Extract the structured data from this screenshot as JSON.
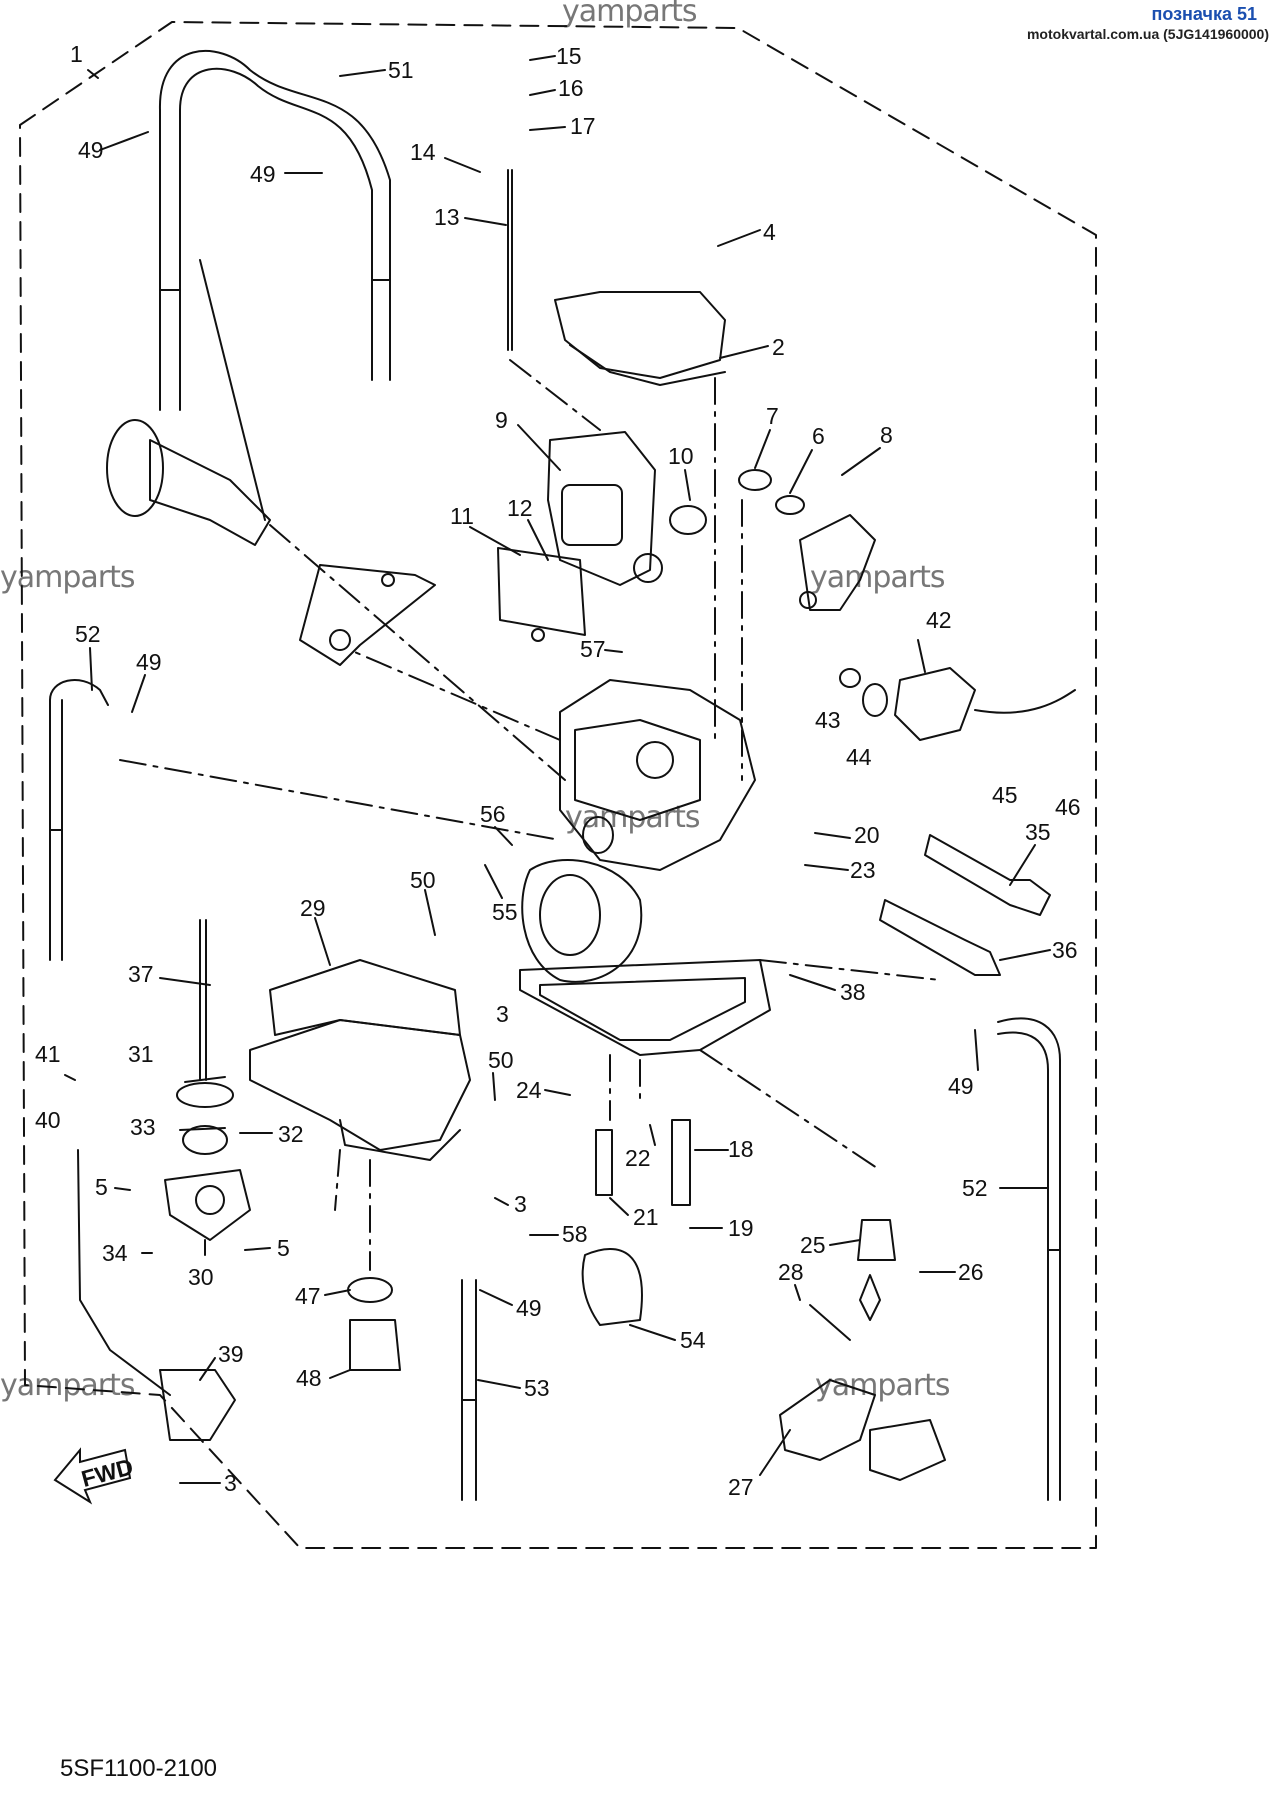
{
  "header": {
    "watermark_top": "yamparts",
    "badge_title": "позначка 51",
    "badge_subtitle": "motokvartal.com.ua (5JG141960000)"
  },
  "watermarks": [
    "yamparts",
    "yamparts",
    "yamparts",
    "yamparts",
    "yamparts",
    "yamparts"
  ],
  "diagram_code": "5SF1100-2100",
  "fwd_label": "FWD",
  "callouts": [
    "1",
    "51",
    "49",
    "49",
    "15",
    "16",
    "17",
    "14",
    "13",
    "4",
    "2",
    "9",
    "10",
    "7",
    "6",
    "8",
    "11",
    "12",
    "57",
    "42",
    "43",
    "44",
    "45",
    "46",
    "52",
    "49",
    "56",
    "55",
    "20",
    "23",
    "35",
    "36",
    "50",
    "29",
    "3",
    "38",
    "37",
    "31",
    "41",
    "40",
    "33",
    "32",
    "50",
    "24",
    "22",
    "18",
    "5",
    "5",
    "34",
    "30",
    "21",
    "19",
    "58",
    "3",
    "52",
    "49",
    "25",
    "26",
    "28",
    "47",
    "49",
    "54",
    "48",
    "53",
    "39",
    "27",
    "3"
  ]
}
